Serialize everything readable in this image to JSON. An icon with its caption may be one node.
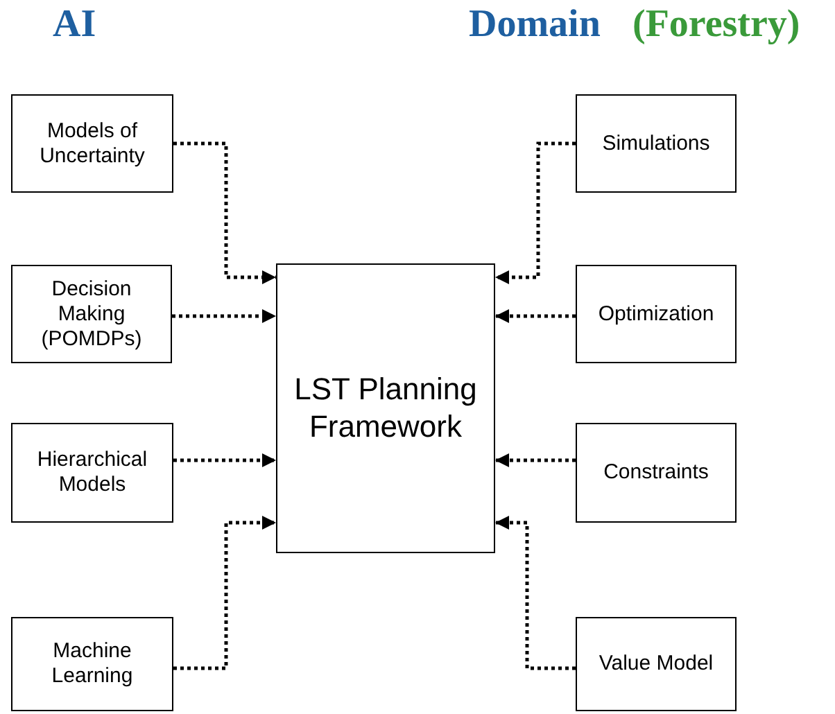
{
  "diagram": {
    "nodes": [
      {
        "text": [
          "Models of Uncertainty"
        ]
      },
      {
        "text": [
          "Decision Making (POMDPs)"
        ]
      },
      {
        "text": [
          "Hierarchical Models"
        ]
      },
      {
        "text": [
          "Machine Learning"
        ]
      },
      {
        "text": [
          "LST Planning Framework"
        ]
      },
      {
        "text": [
          "Simulations"
        ]
      },
      {
        "text": [
          "Optimization"
        ]
      },
      {
        "text": [
          "Constraints"
        ]
      },
      {
        "text": [
          "Value Model"
        ]
      }
    ],
    "edges": [
      {
        "from": 0,
        "to": 4,
        "arrow": "to",
        "style": "dashed"
      },
      {
        "from": 1,
        "to": 4,
        "arrow": "to",
        "style": "dashed"
      },
      {
        "from": 2,
        "to": 4,
        "arrow": "to",
        "style": "dashed"
      },
      {
        "from": 3,
        "to": 4,
        "arrow": "to",
        "style": "dashed"
      },
      {
        "from": 5,
        "to": 4,
        "arrow": "to",
        "style": "dashed"
      },
      {
        "from": 6,
        "to": 4,
        "arrow": "to",
        "style": "dashed"
      },
      {
        "from": 7,
        "to": 4,
        "arrow": "to",
        "style": "dashed"
      },
      {
        "from": 8,
        "to": 4,
        "arrow": "to",
        "style": "dashed"
      }
    ],
    "labels": [
      "AI",
      "Domain",
      "(Forestry)"
    ]
  }
}
